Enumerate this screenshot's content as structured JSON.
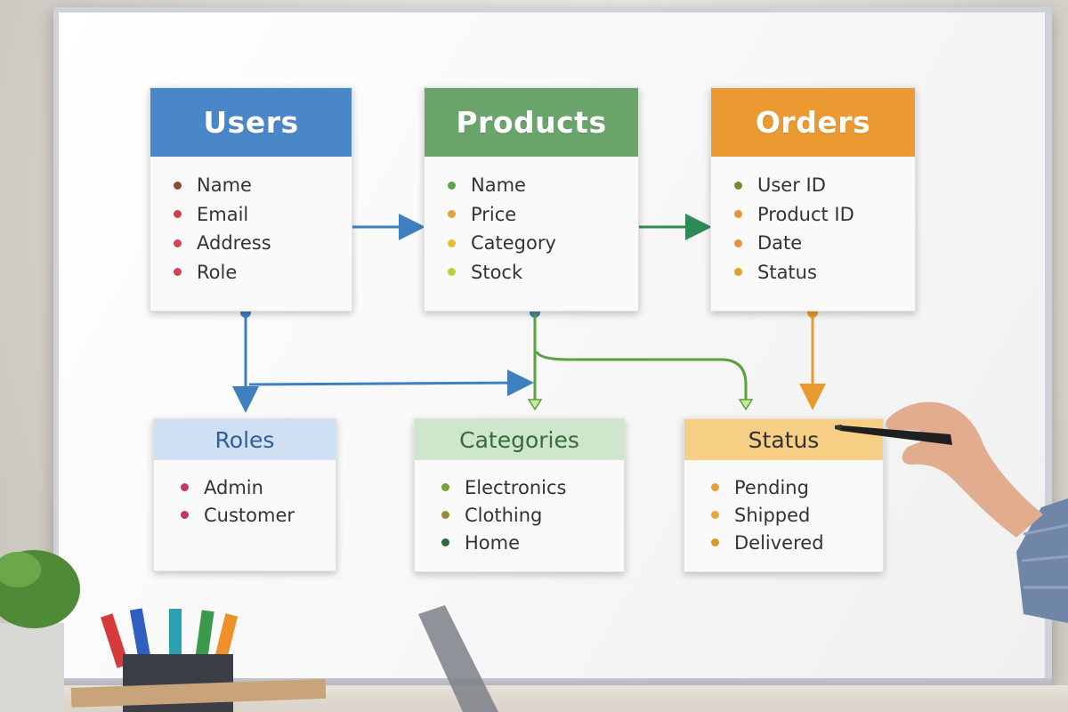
{
  "colors": {
    "users": "#4a87c9",
    "products": "#6aa46a",
    "orders": "#eb9a31",
    "roles_head": "#cfe0f2",
    "categories_head": "#cde6cc",
    "status_head": "#f7cf84",
    "blue_line": "#3d7fbf",
    "green_line": "#4c9a3c",
    "orange_line": "#e89a2c"
  },
  "tables": {
    "users": {
      "title": "Users",
      "fields": [
        {
          "label": "Name",
          "dot": "#8b4a3a"
        },
        {
          "label": "Email",
          "dot": "#c94050"
        },
        {
          "label": "Address",
          "dot": "#d04555"
        },
        {
          "label": "Role",
          "dot": "#d04555"
        }
      ]
    },
    "products": {
      "title": "Products",
      "fields": [
        {
          "label": "Name",
          "dot": "#5aa64a"
        },
        {
          "label": "Price",
          "dot": "#e2a23a"
        },
        {
          "label": "Category",
          "dot": "#e3c12e"
        },
        {
          "label": "Stock",
          "dot": "#b9d23a"
        }
      ]
    },
    "orders": {
      "title": "Orders",
      "fields": [
        {
          "label": "User ID",
          "dot": "#6f8f2f"
        },
        {
          "label": "Product ID",
          "dot": "#e79438"
        },
        {
          "label": "Date",
          "dot": "#e79438"
        },
        {
          "label": "Status",
          "dot": "#e3a024"
        }
      ]
    },
    "roles": {
      "title": "Roles",
      "fields": [
        {
          "label": "Admin",
          "dot": "#c23a55"
        },
        {
          "label": "Customer",
          "dot": "#c23a55"
        }
      ]
    },
    "categories": {
      "title": "Categories",
      "fields": [
        {
          "label": "Electronics",
          "dot": "#7aa23a"
        },
        {
          "label": "Clothing",
          "dot": "#9a8a3a"
        },
        {
          "label": "Home",
          "dot": "#2f6a3a"
        }
      ]
    },
    "status": {
      "title": "Status",
      "fields": [
        {
          "label": "Pending",
          "dot": "#e8a03a"
        },
        {
          "label": "Shipped",
          "dot": "#e8a83a"
        },
        {
          "label": "Delivered",
          "dot": "#d99a28"
        }
      ]
    }
  }
}
